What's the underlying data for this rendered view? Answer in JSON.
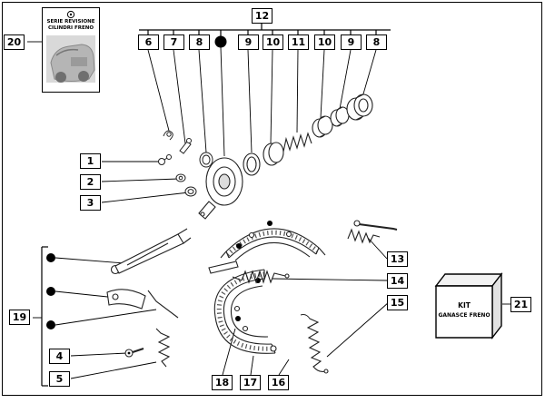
{
  "diagram": {
    "callouts": {
      "c1": "1",
      "c2": "2",
      "c3": "3",
      "c4": "4",
      "c5": "5",
      "c6": "6",
      "c7": "7",
      "c8_left": "8",
      "c8_right": "8",
      "c9_left": "9",
      "c9_right": "9",
      "c10_left": "10",
      "c10_right": "10",
      "c11": "11",
      "c12": "12",
      "c13": "13",
      "c14": "14",
      "c15": "15",
      "c16": "16",
      "c17": "17",
      "c18": "18",
      "c19": "19",
      "c20": "20",
      "c21": "21"
    },
    "booklet": {
      "line1": "SERIE REVISIONE",
      "line2": "CILINDRI FRENO"
    },
    "kit": {
      "line1": "KIT",
      "line2": "GANASCE FRENO"
    }
  }
}
